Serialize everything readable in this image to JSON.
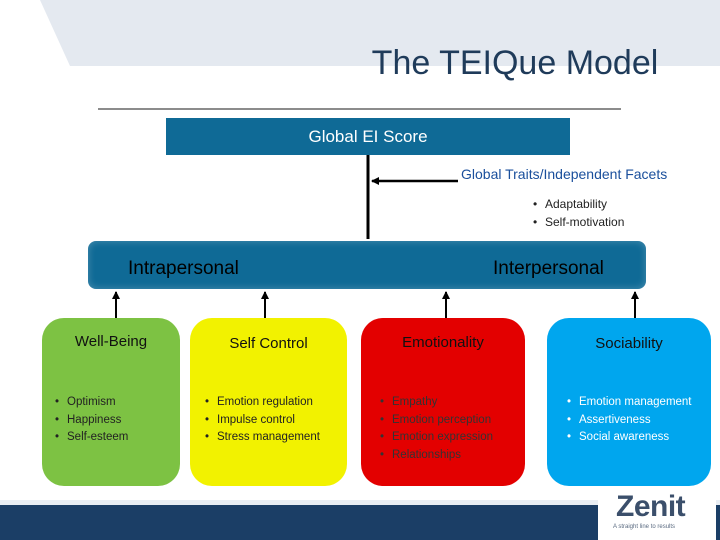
{
  "title": "The TEIQue Model",
  "global_box": {
    "label": "Global EI Score"
  },
  "traits": {
    "label": "Global Traits/Independent Facets",
    "items": [
      "Adaptability",
      "Self-motivation"
    ]
  },
  "bar": {
    "left_label": "Intrapersonal",
    "right_label": "Interpersonal"
  },
  "boxes": [
    {
      "title": "Well-Being",
      "color": "#7dc243",
      "items": [
        "Optimism",
        "Happiness",
        "Self-esteem"
      ]
    },
    {
      "title": "Self Control",
      "color": "#f2f200",
      "items": [
        "Emotion regulation",
        "Impulse control",
        "Stress management"
      ]
    },
    {
      "title": "Emotionality",
      "color": "#e30000",
      "items": [
        "Empathy",
        "Emotion perception",
        "Emotion expression",
        "Relationships"
      ]
    },
    {
      "title": "Sociability",
      "color": "#00a6ee",
      "items": [
        "Emotion management",
        "Assertiveness",
        "Social awareness"
      ]
    }
  ],
  "colors": {
    "primary_blue": "#0f6a96",
    "navy": "#1b3e66"
  },
  "logo": {
    "name": "Zenit",
    "tagline": "A straight line to results"
  }
}
